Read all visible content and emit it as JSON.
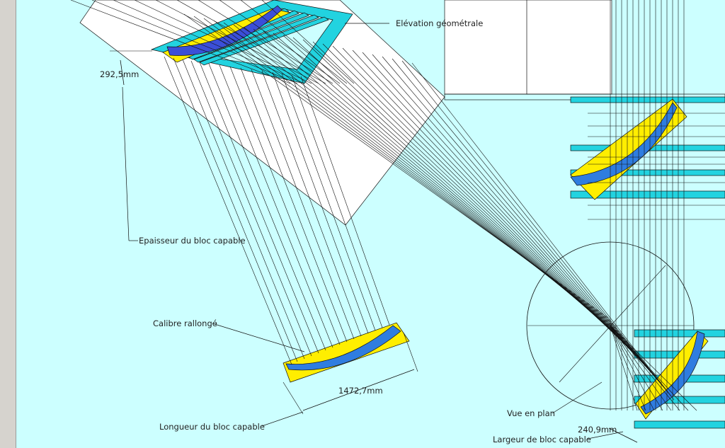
{
  "viewport": {
    "background": "#ccffff",
    "frame_color": "#d6d3ce"
  },
  "colors": {
    "cyan": "#22d3e0",
    "yellow": "#ffee00",
    "blue": "#2f7de0",
    "deep_blue": "#3b4fd8",
    "line": "#111111",
    "block": "#ffffff"
  },
  "labels": {
    "elevation": "Elévation géométrale",
    "thickness_value": "292,5mm",
    "thickness": "Epaisseur du bloc capable",
    "template": "Calibre rallongé",
    "length_value": "1472,7mm",
    "length": "Longueur du bloc capable",
    "plan_view": "Vue en plan",
    "width_value": "240,9mm",
    "width": "Largeur de bloc capable"
  }
}
